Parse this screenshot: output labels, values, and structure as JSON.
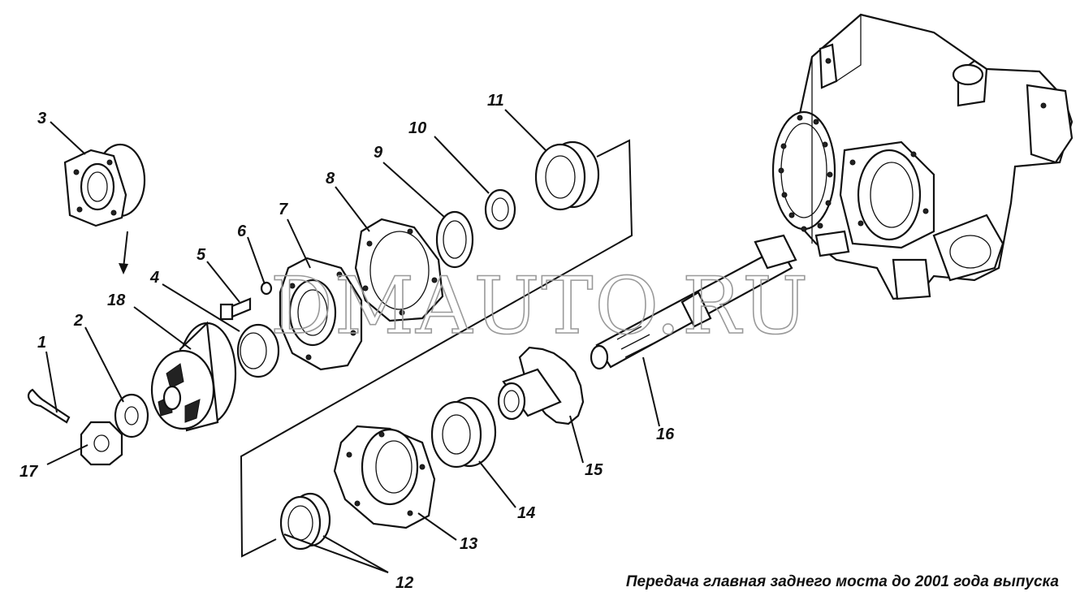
{
  "caption": "Передача главная заднего моста до 2001 года выпуска",
  "watermark": "DMAUTO.RU",
  "labels": [
    "1",
    "2",
    "3",
    "4",
    "5",
    "6",
    "7",
    "8",
    "9",
    "10",
    "11",
    "12",
    "13",
    "14",
    "15",
    "16",
    "17",
    "18"
  ]
}
